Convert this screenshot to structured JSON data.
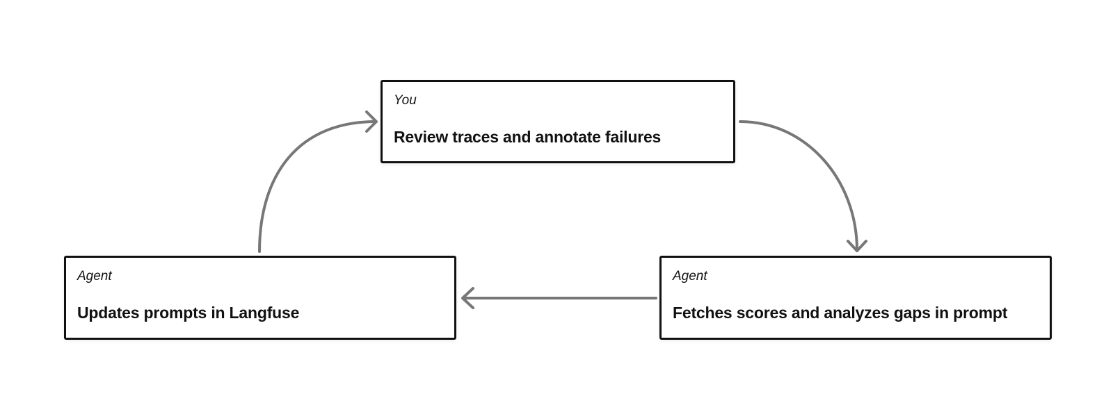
{
  "colors": {
    "border": "#111111",
    "arrow": "#777777",
    "background": "#ffffff"
  },
  "nodes": {
    "review": {
      "role": "You",
      "title": "Review traces and annotate failures"
    },
    "update": {
      "role": "Agent",
      "title": "Updates prompts in Langfuse"
    },
    "fetch": {
      "role": "Agent",
      "title": "Fetches scores and analyzes gaps in prompt"
    }
  }
}
